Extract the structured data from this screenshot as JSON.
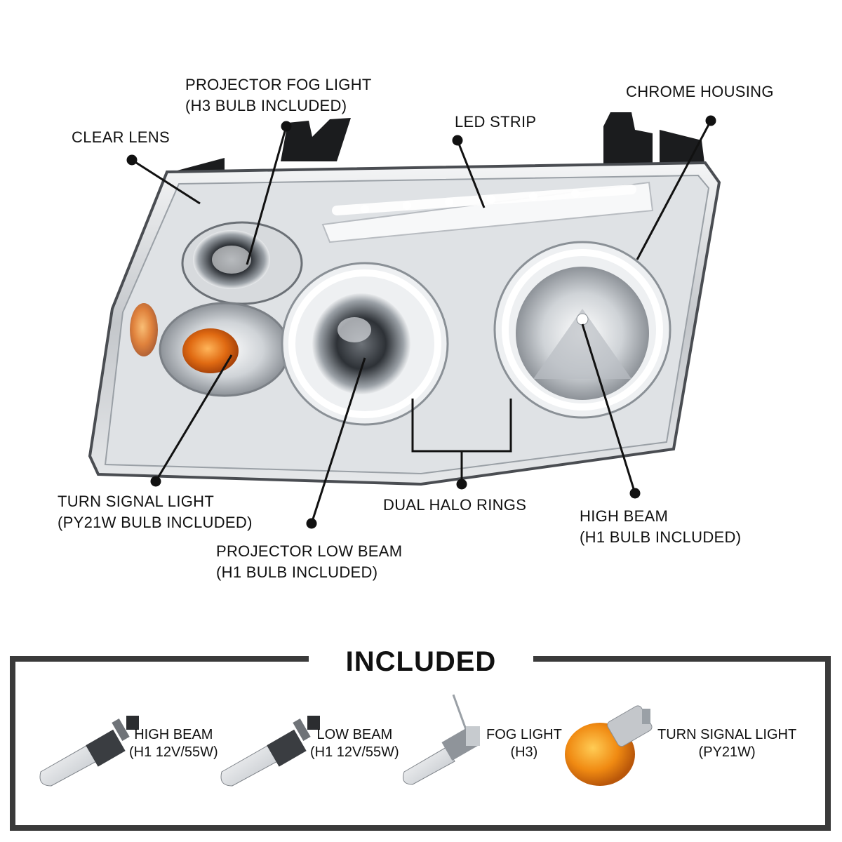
{
  "callouts": {
    "projector_fog": [
      "PROJECTOR FOG LIGHT",
      "(H3 BULB INCLUDED)"
    ],
    "chrome_housing": "CHROME HOUSING",
    "clear_lens": "CLEAR LENS",
    "led_strip": "LED STRIP",
    "turn_signal": [
      "TURN SIGNAL LIGHT",
      "(PY21W BULB INCLUDED)"
    ],
    "dual_halo": "DUAL HALO RINGS",
    "high_beam": [
      "HIGH BEAM",
      "(H1 BULB INCLUDED)"
    ],
    "projector_low": [
      "PROJECTOR LOW BEAM",
      "(H1 BULB INCLUDED)"
    ]
  },
  "included": {
    "title": "INCLUDED",
    "bulbs": [
      {
        "label": "HIGH BEAM",
        "spec": "(H1 12V/55W)",
        "icon": "h1-bulb-icon"
      },
      {
        "label": "LOW BEAM",
        "spec": "(H1 12V/55W)",
        "icon": "h1-bulb-icon"
      },
      {
        "label": "FOG LIGHT",
        "spec": "(H3)",
        "icon": "h3-bulb-icon"
      },
      {
        "label": "TURN SIGNAL LIGHT",
        "spec": "(PY21W)",
        "icon": "amber-bulb-icon"
      }
    ]
  },
  "colors": {
    "frame": "#3a3a3a",
    "amber": "#e8871a",
    "chrome": "#c9ccd0"
  }
}
